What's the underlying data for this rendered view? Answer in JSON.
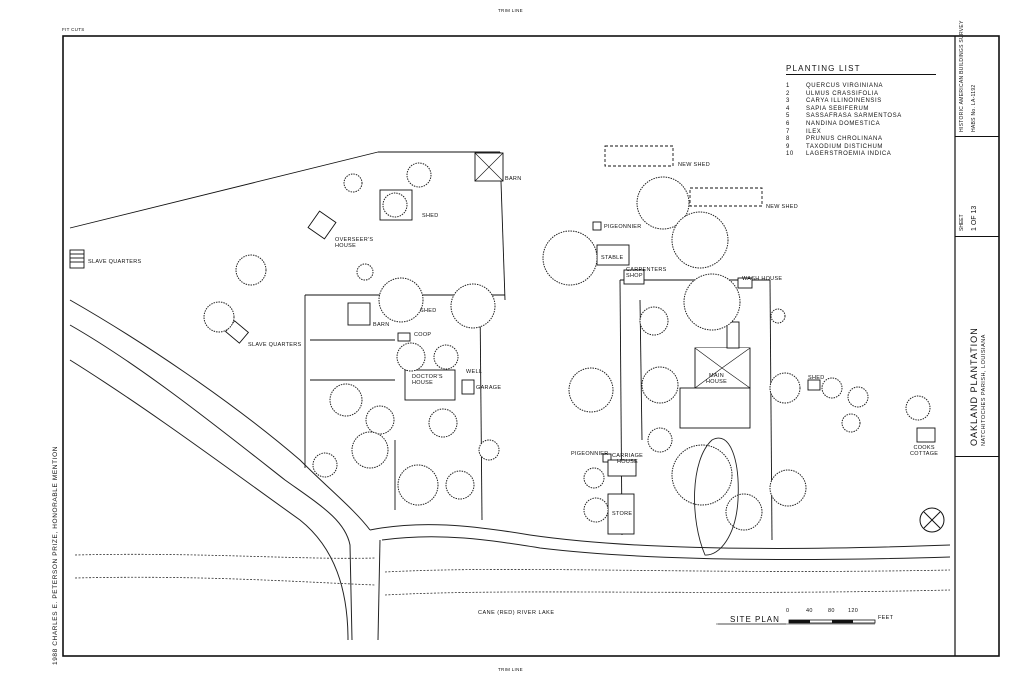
{
  "sheet": {
    "trim_top": "TRIM LINE",
    "trim_bottom": "TRIM LINE",
    "corner_mark": "FIT CUTS"
  },
  "planting_list": {
    "title": "PLANTING LIST",
    "items": [
      {
        "num": "1",
        "name": "QUERCUS  VIRGINIANA"
      },
      {
        "num": "2",
        "name": "ULMUS  CRASSIFOLIA"
      },
      {
        "num": "3",
        "name": "CARYA  ILLINOINENSIS"
      },
      {
        "num": "4",
        "name": "SAPIA  SEBIFERUM"
      },
      {
        "num": "5",
        "name": "SASSAFRASA  SARMENTOSA"
      },
      {
        "num": "6",
        "name": "NANDINA  DOMESTICA"
      },
      {
        "num": "7",
        "name": "ILEX"
      },
      {
        "num": "8",
        "name": "PRUNUS  CHROLINANA"
      },
      {
        "num": "9",
        "name": "TAXODIUM  DISTICHUM"
      },
      {
        "num": "10",
        "name": "LAGERSTROEMIA  INDICA"
      }
    ]
  },
  "labels": {
    "slave_quarters_1": "SLAVE QUARTERS",
    "slave_quarters_2": "SLAVE QUARTERS",
    "overseers_house": "OVERSEER'S\nHOUSE",
    "barn_top": "BARN",
    "shed_top": "SHED",
    "barn_mid": "BARN",
    "shed_mid": "SHED",
    "coop": "COOP",
    "well": "WELL",
    "doctors_house": "DOCTOR'S\nHOUSE",
    "garage": "GARAGE",
    "new_shed_1": "NEW SHED",
    "new_shed_2": "NEW SHED",
    "pigeonnier_top": "PIGEONNIER",
    "stable": "STABLE",
    "carpenters_shop": "CARPENTERS\nSHOP",
    "wash_house": "WASH HOUSE",
    "main_house": "MAIN\nHOUSE",
    "shed_right": "SHED",
    "pigeonnier_bottom": "PIGEONNIER",
    "carriage_house": "CARRIAGE\nHOUSE",
    "store": "STORE",
    "cooks_cottage": "COOKS\nCOTTAGE",
    "river": "CANE (RED) RIVER LAKE",
    "site_plan": "SITE PLAN",
    "scale_ticks": [
      "0",
      "40",
      "80",
      "120"
    ],
    "scale_unit": "FEET"
  },
  "credit": "1988 CHARLES E. PETERSON PRIZE, HONORABLE MENTION",
  "title_block": {
    "project_title": "OAKLAND PLANTATION",
    "project_location": "NATCHITOCHES PARISH, LOUISIANA",
    "survey_name": "HISTORIC AMERICAN BUILDINGS SURVEY",
    "survey_number": "HABS No. LA-1192",
    "sheet_label": "SHEET",
    "sheet_number": "1 OF 13"
  }
}
